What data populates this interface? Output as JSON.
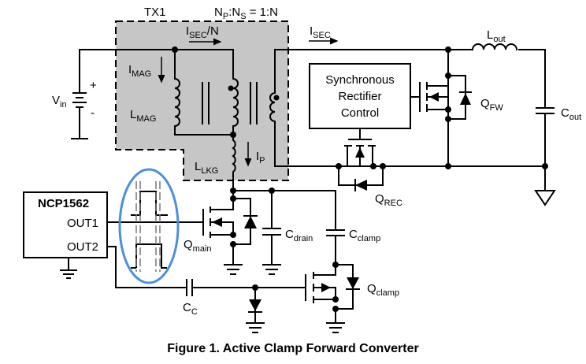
{
  "figure": {
    "caption": "Figure 1. Active Clamp Forward Converter",
    "highlight_color": "#4a90d9",
    "transformer_fill": "#c6c6c6"
  },
  "transformer": {
    "name": "TX1",
    "ratio": {
      "p": "N",
      "p_sub": "P",
      "sep": ":",
      "s": "N",
      "s_sub": "S",
      "value": " = 1:N"
    },
    "primary_current": {
      "main": "I",
      "sub": "SEC",
      "suffix": "/N"
    },
    "magnetizing_current": {
      "main": "I",
      "sub": "MAG"
    },
    "magnetizing_inductance": {
      "main": "L",
      "sub": "MAG"
    },
    "leakage_inductance": {
      "main": "L",
      "sub": "LKG"
    },
    "ip_label": {
      "main": "I",
      "sub": "P"
    }
  },
  "source": {
    "main": "V",
    "sub": "in",
    "plus": "+",
    "minus": "-"
  },
  "secondary": {
    "current": {
      "main": "I",
      "sub": "SEC"
    },
    "sr_control": [
      "Synchronous",
      "Rectifier",
      "Control"
    ],
    "q_fw": {
      "main": "Q",
      "sub": "FW"
    },
    "q_rec": {
      "main": "Q",
      "sub": "REC"
    },
    "l_out": {
      "main": "L",
      "sub": "out"
    },
    "c_out": {
      "main": "C",
      "sub": "out"
    }
  },
  "controller": {
    "name": "NCP1562",
    "out1": "OUT1",
    "out2": "OUT2"
  },
  "primary_side": {
    "q_main": {
      "main": "Q",
      "sub": "main"
    },
    "c_drain": {
      "main": "C",
      "sub": "drain"
    },
    "c_clamp": {
      "main": "C",
      "sub": "clamp"
    },
    "q_clamp": {
      "main": "Q",
      "sub": "clamp"
    },
    "c_c": {
      "main": "C",
      "sub": "C"
    }
  }
}
